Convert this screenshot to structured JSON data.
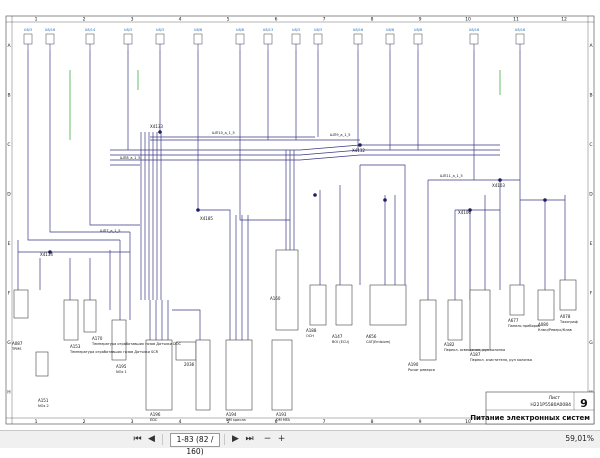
{
  "viewer": {
    "page_indicator": "1-83 (82 / 160)",
    "zoom": "59,01%"
  },
  "title_block": {
    "sheet_label": "Лист",
    "drawing_number": "H221P5580A0084",
    "sheet_number": "9",
    "title": "Питание электронных систем"
  },
  "grid": {
    "columns": [
      "1",
      "2",
      "3",
      "4",
      "5",
      "6",
      "7",
      "8",
      "9",
      "10",
      "11",
      "12"
    ],
    "rows": [
      "A",
      "B",
      "C",
      "D",
      "E",
      "F",
      "G",
      "H"
    ]
  },
  "top_refs": [
    "U8/3",
    "U8/16",
    "U8/14",
    "U8/3",
    "U8/3",
    "U8/8",
    "U8/8",
    "U8/13",
    "U8/3",
    "U8/3",
    "U8/16",
    "U8/8",
    "U8/8",
    "U8/16",
    "U8/16"
  ],
  "junctions": [
    "X4133",
    "X4132",
    "X4134",
    "X4185",
    "X4103",
    "X4106"
  ],
  "wire_labels": [
    "ШП10_a_1_5",
    "ШП7_a_1_5",
    "ШП8_a_1_5",
    "ШП9_a_1_5",
    "ШП11_a_1_5"
  ],
  "components": [
    {
      "ref": "A087",
      "name": "TPMS"
    },
    {
      "ref": "A151",
      "name": "NOx 2"
    },
    {
      "ref": "A153",
      "name": "Температура отработавших газов Датчики SCR"
    },
    {
      "ref": "A170",
      "name": "Температура отработавших газов Датчики DOC"
    },
    {
      "ref": "A195",
      "name": "NOx 1"
    },
    {
      "ref": "2036",
      "name": ""
    },
    {
      "ref": "A196",
      "name": "EDC"
    },
    {
      "ref": "A194",
      "name": "DM кресла"
    },
    {
      "ref": "A193",
      "name": "DM MFA"
    },
    {
      "ref": "A160",
      "name": ""
    },
    {
      "ref": "A188",
      "name": "ОСН"
    },
    {
      "ref": "A147",
      "name": "ВОI (ECU)"
    },
    {
      "ref": "A656",
      "name": "CAT(Emisiom)"
    },
    {
      "ref": "A190",
      "name": "Рычаг реверса"
    },
    {
      "ref": "A182",
      "name": "Перекл. освещения, рул колонка"
    },
    {
      "ref": "A187",
      "name": "Перекл. очистителя, рул колонка"
    },
    {
      "ref": "A677",
      "name": "Панель приборов"
    },
    {
      "ref": "A080",
      "name": "Ключ/Реверс/Клав"
    },
    {
      "ref": "A078",
      "name": "Тахограф"
    }
  ],
  "colors": {
    "wire_main": "#3a3a86",
    "wire_green": "#2aa02a",
    "frame": "#444444",
    "text": "#111111",
    "junction": "#202060"
  }
}
